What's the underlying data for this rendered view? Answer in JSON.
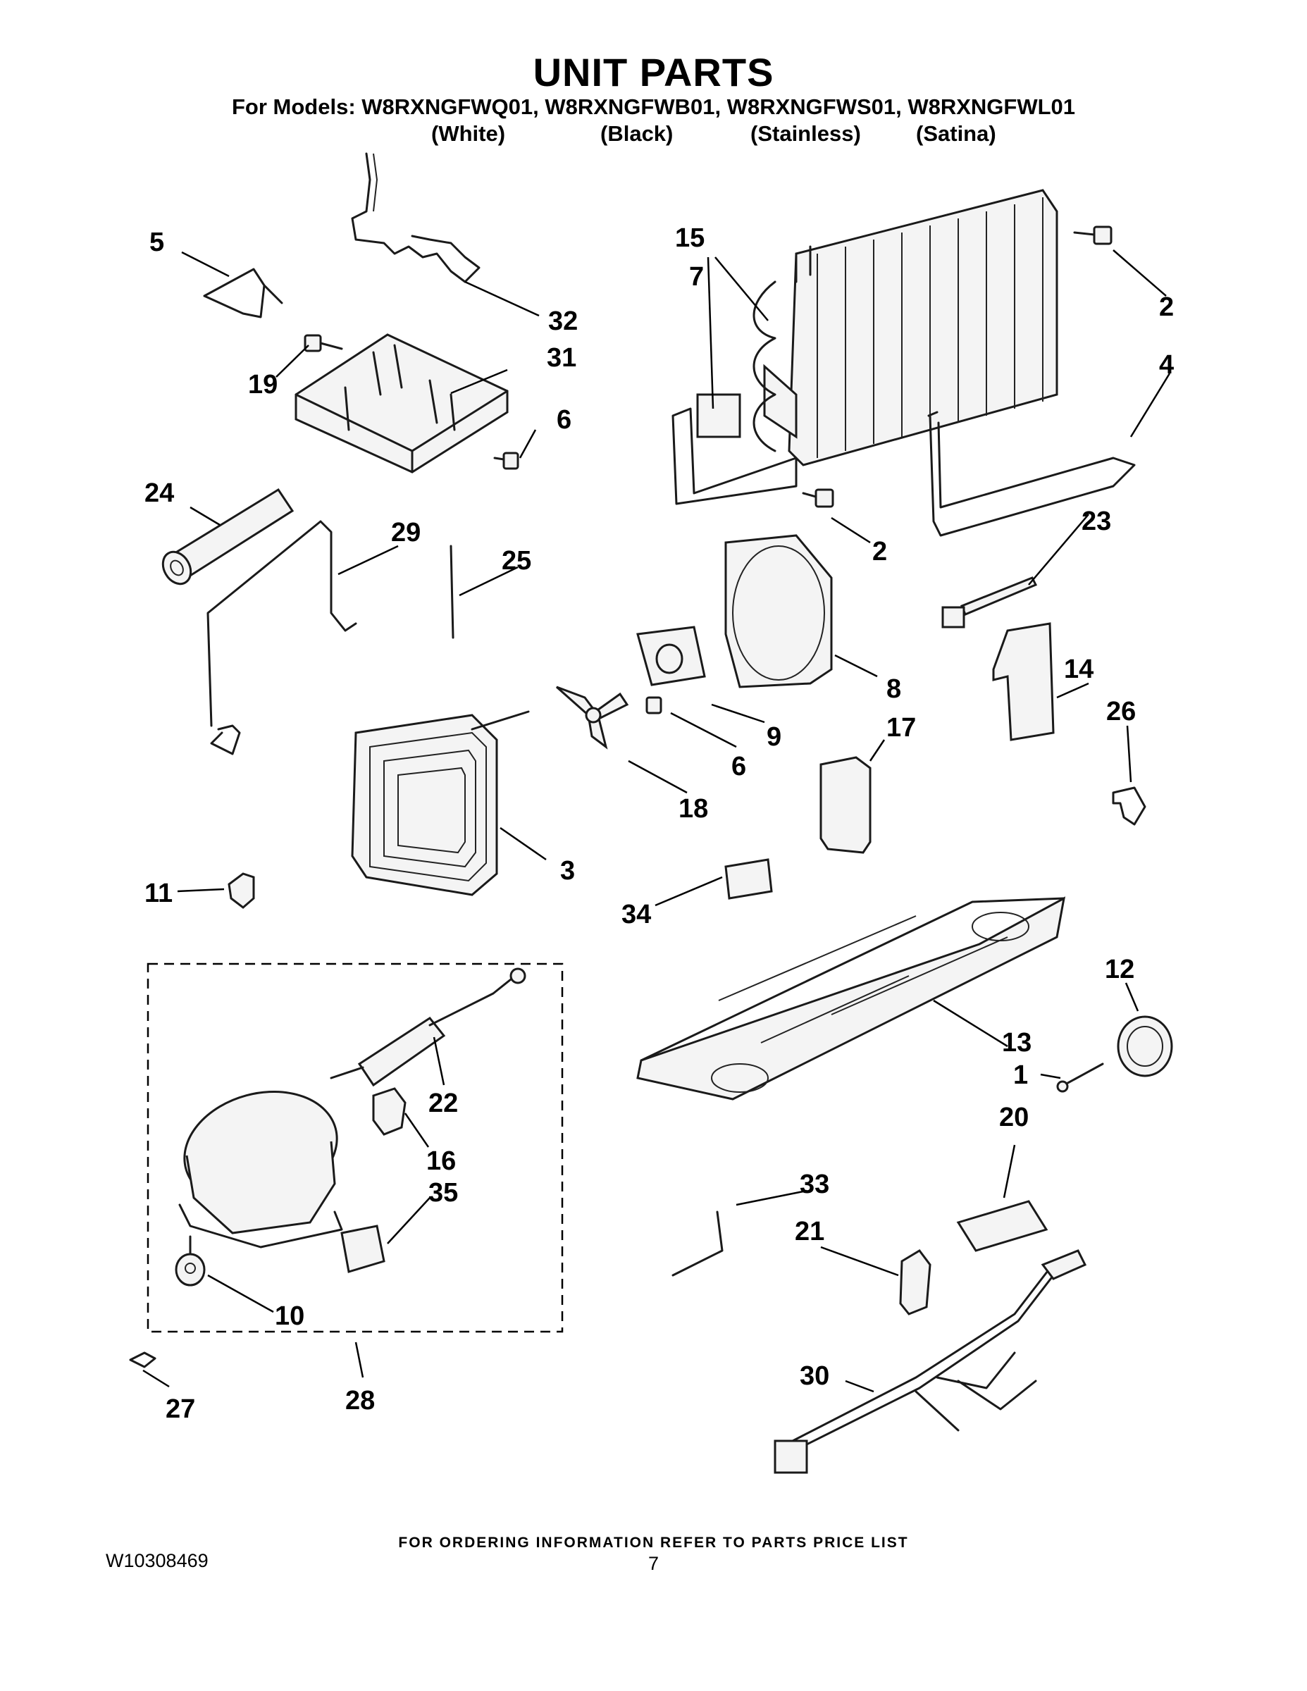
{
  "header": {
    "title": "UNIT PARTS",
    "models": "For Models: W8RXNGFWQ01, W8RXNGFWB01, W8RXNGFWS01, W8RXNGFWL01",
    "variants": [
      "(White)",
      "(Black)",
      "(Stainless)",
      "(Satina)"
    ]
  },
  "callouts": {
    "c1": "1",
    "c2a": "2",
    "c2b": "2",
    "c3": "3",
    "c4": "4",
    "c5": "5",
    "c6a": "6",
    "c6b": "6",
    "c7": "7",
    "c8": "8",
    "c9": "9",
    "c10": "10",
    "c11": "11",
    "c12": "12",
    "c13": "13",
    "c14": "14",
    "c15": "15",
    "c16": "16",
    "c17": "17",
    "c18": "18",
    "c19": "19",
    "c20": "20",
    "c21": "21",
    "c22": "22",
    "c23": "23",
    "c24": "24",
    "c25": "25",
    "c26": "26",
    "c27": "27",
    "c28": "28",
    "c29": "29",
    "c30": "30",
    "c31": "31",
    "c32": "32",
    "c33": "33",
    "c34": "34",
    "c35": "35"
  },
  "footer": {
    "note": "FOR ORDERING INFORMATION REFER TO PARTS PRICE LIST",
    "doc_number": "W10308469",
    "page_number": "7"
  }
}
